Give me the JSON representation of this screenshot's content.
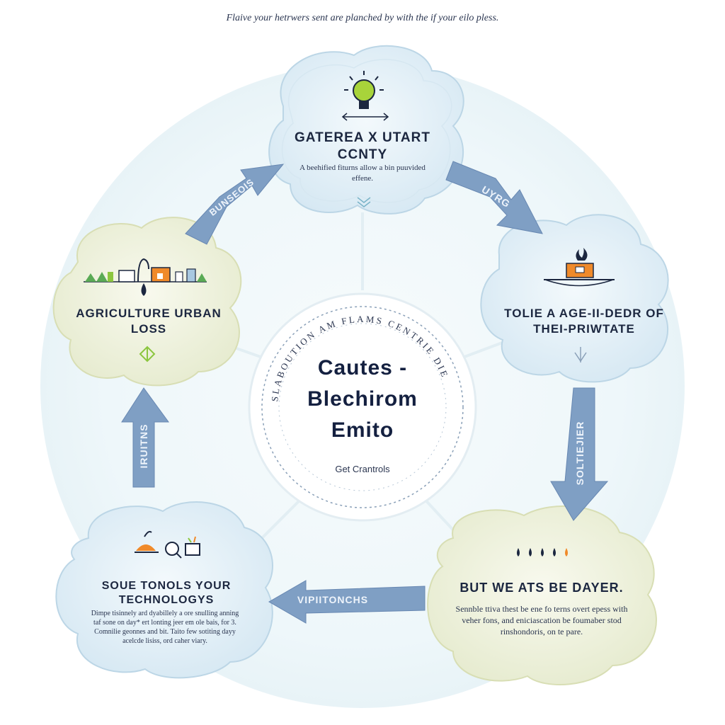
{
  "caption": "Flaive your hetrwers sent are planched by with the if your eilo pless.",
  "center": {
    "title": "Cautes - Blechirom Emito",
    "subtitle": "Get Crantrols",
    "ring_text": "SLABOUTION AM FLAMS CENTRIE DIE"
  },
  "nodes": {
    "top": {
      "title": "GATEREA X UTART CCNTY",
      "body": "A beehified fiturns allow a bin puuvided effene."
    },
    "right": {
      "title": "TOLIE A AGE-II-DEDR OF THEI-PRIWTATE"
    },
    "bottom_right": {
      "title": "BUT WE ATS BE DAYER.",
      "body": "Sennble ttiva thest be ene fo terns overt epess with veher fons, and eniciascation be foumaber stod rinshondoris, on te pare."
    },
    "bottom_left": {
      "title": "SOUE TONOLS YOUR TECHNOLOGYS",
      "body": "Dimpe tisinnely ard dyabillely a ore snulling anning taf sone on day* ert lonting jeer em ole bais, for 3. Comnilie geonnes and bit. Taito few sotiting dayy acelcde lisiss, ord caher viary."
    },
    "left": {
      "title": "AGRICULTURE URBAN LOSS"
    }
  },
  "arrows": [
    {
      "id": "top-right",
      "label": "UYRG"
    },
    {
      "id": "right-bottom",
      "label": "SOLTIEJIER"
    },
    {
      "id": "bottom",
      "label": "VIPIITONCHS"
    },
    {
      "id": "left",
      "label": "IRUITNS"
    },
    {
      "id": "left-top",
      "label": "BUNSEOIS"
    }
  ],
  "colors": {
    "backdrop": "#eef7fa",
    "blue_cloud": "#dcecf5",
    "blue_border": "#bcd6e6",
    "cream_cloud": "#eef2dc",
    "cream_border": "#d8deb4",
    "arrow": "#7f9fc4",
    "arrow_text": "#eef4fb",
    "accent_green": "#8cc63f",
    "accent_orange": "#f08a2a",
    "ink": "#1c2740"
  }
}
